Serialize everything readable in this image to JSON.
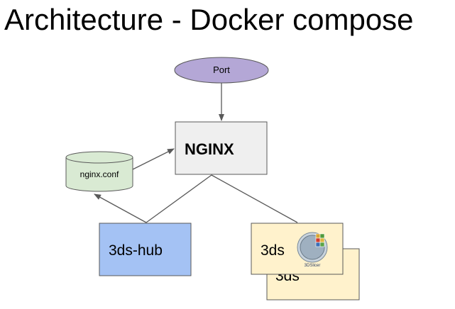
{
  "slide": {
    "title": "Architecture - Docker compose"
  },
  "diagram": {
    "nodes": {
      "port": {
        "label": "Port",
        "shape": "ellipse",
        "fill": "#b4a7d6"
      },
      "nginx": {
        "label": "NGINX",
        "shape": "box",
        "fill": "#efefef"
      },
      "nginx_conf": {
        "label": "nginx.conf",
        "shape": "cylinder",
        "fill": "#d9ead3"
      },
      "hub": {
        "label": "3ds-hub",
        "shape": "box",
        "fill": "#a4c2f4"
      },
      "app_front": {
        "label": "3ds",
        "shape": "box",
        "fill": "#fff2cc"
      },
      "app_back": {
        "label": "3ds",
        "shape": "box",
        "fill": "#fff2cc"
      }
    },
    "logo": {
      "name": "3d-slicer-logo-icon",
      "caption": "3DSlicer"
    },
    "edges": [
      {
        "from": "port",
        "to": "nginx",
        "arrow": true
      },
      {
        "from": "nginx_conf",
        "to": "nginx",
        "arrow": true
      },
      {
        "from": "hub",
        "to": "nginx_conf",
        "arrow": true
      },
      {
        "from": "hub",
        "to": "nginx",
        "arrow": false
      },
      {
        "from": "app_front",
        "to": "nginx",
        "arrow": false
      }
    ],
    "colors": {
      "stroke": "#595959",
      "edge": "#595959"
    }
  }
}
